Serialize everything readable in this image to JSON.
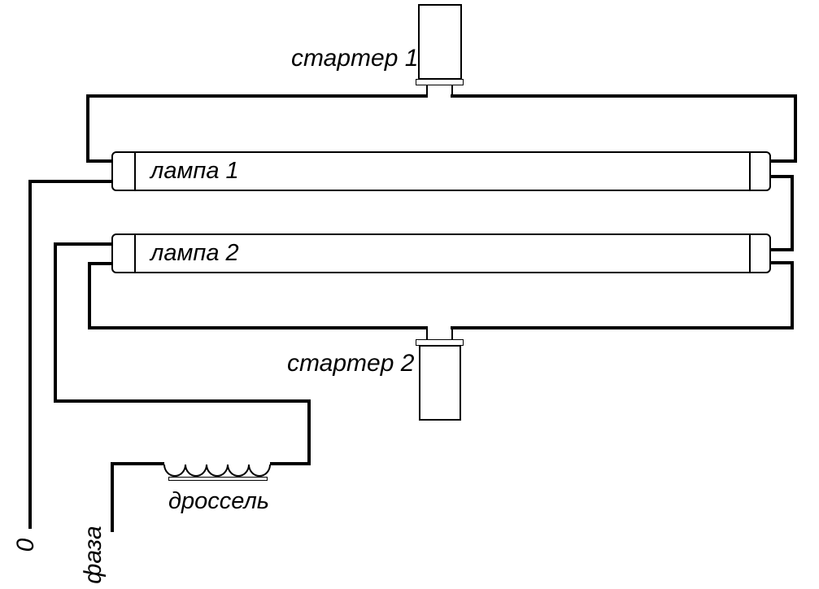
{
  "labels": {
    "starter1": "стартер 1",
    "starter2": "стартер 2",
    "lamp1": "лампа 1",
    "lamp2": "лампа 2",
    "choke": "дроссель",
    "neutral": "0",
    "phase": "фаза"
  },
  "colors": {
    "line": "#000000",
    "background": "#ffffff"
  }
}
